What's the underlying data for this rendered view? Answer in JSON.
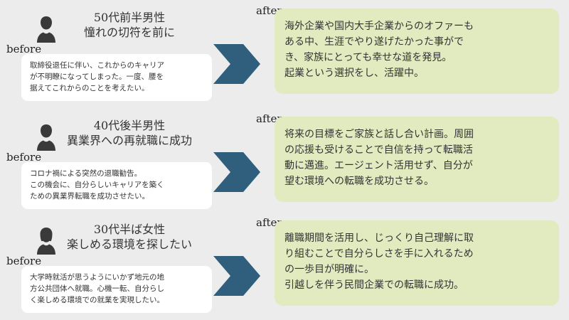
{
  "cases": [
    {
      "avatar_icon": "male-user-icon",
      "header": [
        "50代前半男性",
        "憧れの切符を前に"
      ],
      "before_label": "before",
      "before_lines": [
        "取締役退任に伴い、これからのキャリア",
        "が不明瞭になってしまった。一度、腰を",
        "据えてこれからのことを考えたい。"
      ],
      "after_label": "after",
      "after_lines": [
        "海外企業や国内大手企業からのオファーも",
        "ある中、生涯でやり遂げたかった事がで",
        "き、家族にとっても幸せな道を発見。",
        "起業という選択をし、活躍中。"
      ]
    },
    {
      "avatar_icon": "male-user-icon",
      "header": [
        "40代後半男性",
        "異業界への再就職に成功"
      ],
      "before_label": "before",
      "before_lines": [
        "コロナ禍による突然の退職勧告。",
        "この機会に、自分らしいキャリアを築く",
        "ための異業界転職を成功させたい。"
      ],
      "after_label": "after",
      "after_lines": [
        "将来の目標をご家族と話し合い計画。周囲",
        "の応援も受けることで自信を持って転職活",
        "動に邁進。エージェント活用せず、自分が",
        "望む環境への転職を成功させる。"
      ]
    },
    {
      "avatar_icon": "female-user-icon",
      "header": [
        "30代半ば女性",
        "楽しめる環境を探したい"
      ],
      "before_label": "before",
      "before_lines": [
        "大学時就活が思うようにいかず地元の地",
        "方公共団体へ就職。心機一転、自分らし",
        "く楽しめる環境での就業を実現したい。"
      ],
      "after_label": "after",
      "after_lines": [
        "離職期間を活用し、じっくり自己理解に取",
        "り組むことで自分らしさを手に入れるため",
        "の一歩目が明確に。",
        "引越しを伴う民間企業での転職に成功。"
      ]
    }
  ],
  "colors": {
    "background": "#ececec",
    "before_box": "#ffffff",
    "after_box": "#e2eac0",
    "arrow": "#2f5f7d",
    "icon": "#3a3a3a"
  }
}
